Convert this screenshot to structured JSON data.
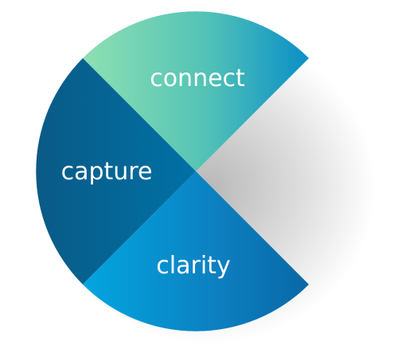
{
  "diagram": {
    "segments": [
      {
        "label": "connect",
        "colors": [
          "#8fe0b2",
          "#52c2b6",
          "#0a8fc8"
        ]
      },
      {
        "label": "capture",
        "colors": [
          "#0a5a86",
          "#0071a6"
        ]
      },
      {
        "label": "clarity",
        "colors": [
          "#02a6e0",
          "#0d7fc0",
          "#0868a6"
        ]
      }
    ]
  }
}
